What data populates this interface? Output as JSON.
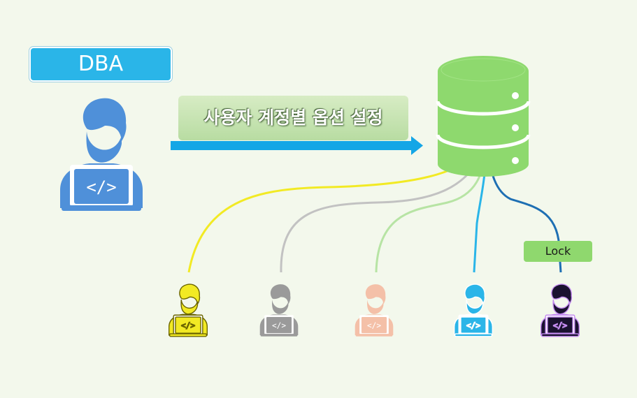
{
  "dba": {
    "label": "DBA"
  },
  "action": {
    "label": "사용자 계정별 옵션 설정"
  },
  "lock": {
    "label": "Lock"
  },
  "users": [
    {
      "color": "#f2ea24",
      "name": "user-yellow",
      "text_color": "#9a9000"
    },
    {
      "color": "#9a9a9a",
      "name": "user-gray",
      "text_color": "#6d9a4a"
    },
    {
      "color": "#f4c0a8",
      "name": "user-peach",
      "text_color": "#b5d9a0"
    },
    {
      "color": "#2ab5e8",
      "name": "user-blue",
      "text_color": "#2ab5e8"
    },
    {
      "color": "#1a1230",
      "name": "user-locked",
      "text_color": "#c48cf0"
    }
  ],
  "colors": {
    "dba": "#4f90d9",
    "database": "#8ed96e",
    "arrow": "#14a6e6",
    "line_yellow": "#f2ea24",
    "line_gray": "#c2c2c2",
    "line_green": "#b7e4a4",
    "line_blue": "#2ab5e8",
    "line_dark_blue": "#1e6fb3"
  }
}
